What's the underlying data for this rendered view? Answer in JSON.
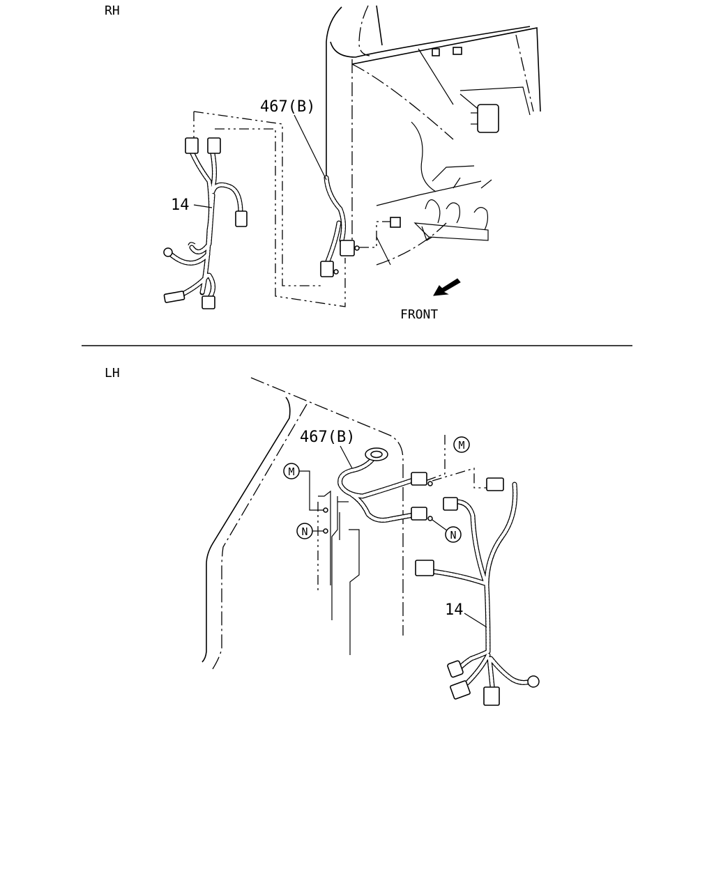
{
  "sections": {
    "rh": {
      "title": "RH",
      "part_harness": "467(B)",
      "part_wiring": "14",
      "direction": "FRONT"
    },
    "lh": {
      "title": "LH",
      "part_harness": "467(B)",
      "part_wiring": "14",
      "ref_m": "M",
      "ref_n": "N"
    }
  },
  "icons": {
    "front_arrow": "front-arrow-icon",
    "callout_circle": "callout-circle-icon"
  }
}
